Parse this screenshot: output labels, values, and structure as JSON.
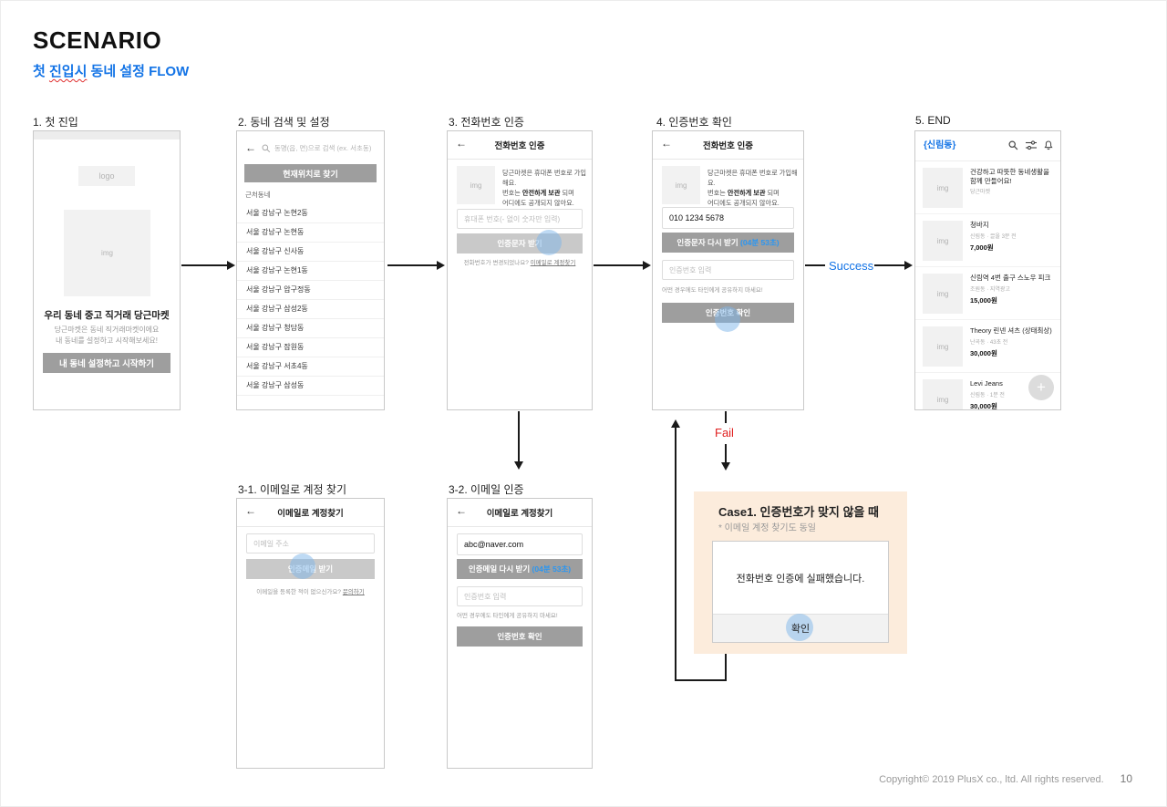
{
  "icons": {
    "back": "←",
    "plus": "+"
  },
  "header": {
    "title": "SCENARIO",
    "subtitle_prefix": "첫 ",
    "subtitle_wavy": "진입시",
    "subtitle_suffix": " 동네 설정 FLOW"
  },
  "section_labels": {
    "s1": "1. 첫 진입",
    "s2": "2. 동네 검색 및 설정",
    "s3": "3. 전화번호 인증",
    "s4": "4. 인증번호 확인",
    "s5": "5. END",
    "s31": "3-1. 이메일로 계정 찾기",
    "s32": "3-2. 이메일 인증"
  },
  "flow": {
    "success": "Success",
    "fail": "Fail"
  },
  "s1": {
    "logo_placeholder": "logo",
    "img_placeholder": "img",
    "title": "우리 동네 중고 직거래 당근마켓",
    "desc_line1": "당근마켓은 동네 직거래마켓이에요",
    "desc_line2": "내 동네를 설정하고 시작해보세요!",
    "cta": "내 동네 설정하고 시작하기"
  },
  "s2": {
    "search_placeholder": "동명(읍, 면)으로 검색 (ex. 서초동)",
    "cta": "현재위치로 찾기",
    "list_label": "근처동네",
    "items": [
      "서울 강남구 논현2동",
      "서울 강남구 논현동",
      "서울 강남구 신사동",
      "서울 강남구 논현1동",
      "서울 강남구 압구정동",
      "서울 강남구 삼성2동",
      "서울 강남구 청담동",
      "서울 강남구 잠원동",
      "서울 강남구 서초4동",
      "서울 강남구 삼성동"
    ]
  },
  "verify_desc": {
    "line1": "당근마켓은 휴대폰 번호로 가입해요.",
    "line2_pre": "번호는 ",
    "line2_bold": "안전하게 보관",
    "line2_post": " 되며",
    "line3": "어디에도 공개되지 않아요."
  },
  "s3": {
    "title": "전화번호 인증",
    "img_placeholder": "img",
    "input_placeholder": "휴대폰 번호(- 없이 숫자만 입력)",
    "cta": "인증문자 받기",
    "help_text": "전화번호가 변경되었나요? ",
    "help_link": "이메일로 계정찾기"
  },
  "s4": {
    "title": "전화번호 인증",
    "img_placeholder": "img",
    "phone_value": "010 1234 5678",
    "resend_label": "인증문자 다시 받기 ",
    "resend_timer": "(04분 53초)",
    "code_placeholder": "인증번호 입력",
    "warn_text": "어떤 경우에도 타인에게 공유하지 마세요!",
    "confirm_cta": "인증번호 확인"
  },
  "s5": {
    "location": "{신림동}",
    "items": [
      {
        "title": "건강하고 따뜻한 동네생활을 함께 만들어요!",
        "sub": "당근마켓",
        "price": ""
      },
      {
        "title": "청바지",
        "sub": "신림동 · 끌올 3분 전",
        "price": "7,000원"
      },
      {
        "title": "신림역 4번 출구 스노우 피크",
        "sub": "조원동 · 지역광고",
        "price": "15,000원"
      },
      {
        "title": "Theory 린넨 셔츠 (상태최상)",
        "sub": "난곡동 · 43초 전",
        "price": "30,000원"
      },
      {
        "title": "Levi Jeans",
        "sub": "신림동 · 1분 전",
        "price": "30,000원"
      }
    ]
  },
  "s31": {
    "title": "이메일로 계정찾기",
    "input_placeholder": "이메일 주소",
    "cta": "인증메일 받기",
    "help_text": "이메일을 등록한 적이 없으신가요? ",
    "help_link": "문의하기"
  },
  "s32": {
    "title": "이메일로 계정찾기",
    "email_value": "abc@naver.com",
    "resend_label": "인증메일 다시 받기 ",
    "resend_timer": "(04분 53초)",
    "code_placeholder": "인증번호 입력",
    "warn_text": "어떤 경우에도 타인에게 공유하지 마세요!",
    "confirm_cta": "인증번호 확인"
  },
  "case1": {
    "title": "Case1. 인증번호가 맞지 않을 때",
    "subtitle": "* 이메일 계정 찾기도 동일",
    "dialog_message": "전화번호 인증에 실패했습니다.",
    "dialog_confirm": "확인"
  },
  "footer": {
    "copyright": "Copyright© 2019 PlusX co., ltd. All rights reserved.",
    "page_number": "10"
  }
}
